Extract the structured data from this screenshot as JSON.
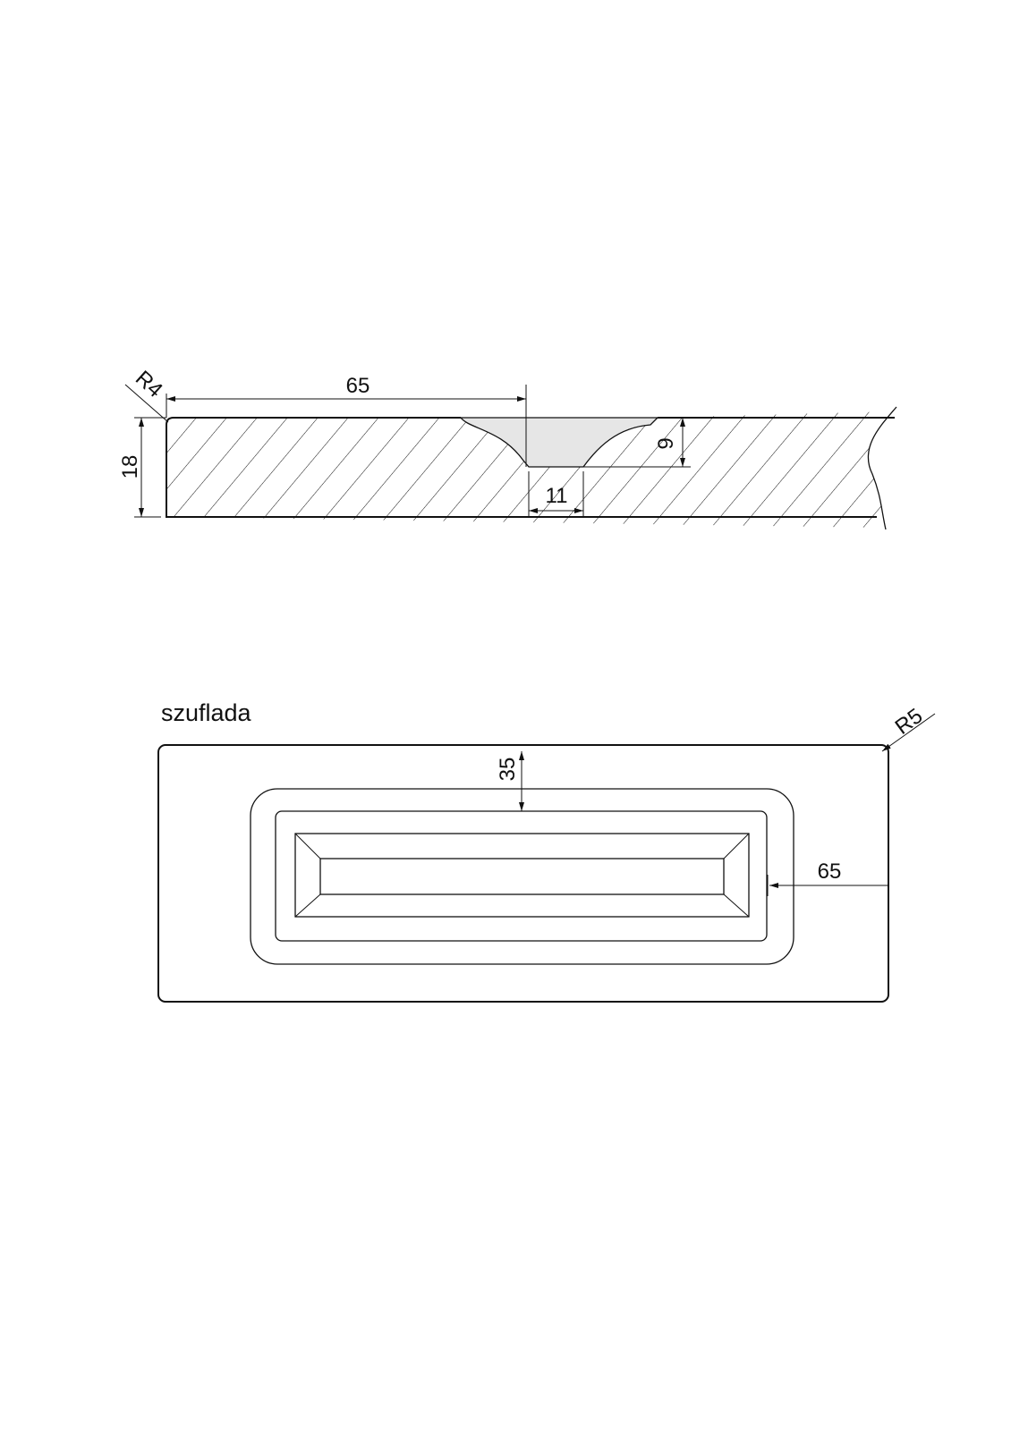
{
  "section_view": {
    "dimensions": {
      "radius_corner": "R4",
      "distance_to_groove": "65",
      "thickness": "18",
      "groove_depth": "9",
      "groove_bottom_width": "11"
    },
    "colors": {
      "hatch": "#111111",
      "groove_fill": "#e6e6e6"
    }
  },
  "front_view": {
    "title": "szuflada",
    "dimensions": {
      "radius_corner": "R5",
      "top_offset": "35",
      "side_offset": "65"
    }
  }
}
